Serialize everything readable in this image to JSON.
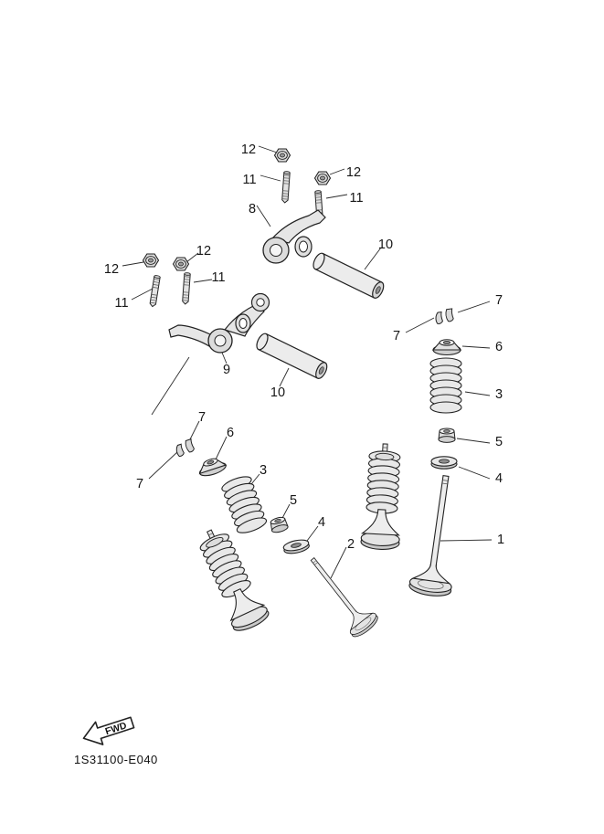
{
  "diagram": {
    "code": "1S31100-E040",
    "fwd_label": "FWD",
    "callouts": [
      {
        "label": "12"
      },
      {
        "label": "12"
      },
      {
        "label": "11"
      },
      {
        "label": "11"
      },
      {
        "label": "8"
      },
      {
        "label": "10"
      },
      {
        "label": "12"
      },
      {
        "label": "12"
      },
      {
        "label": "11"
      },
      {
        "label": "11"
      },
      {
        "label": "7"
      },
      {
        "label": "7"
      },
      {
        "label": "6"
      },
      {
        "label": "9"
      },
      {
        "label": "10"
      },
      {
        "label": "3"
      },
      {
        "label": "7"
      },
      {
        "label": "6"
      },
      {
        "label": "5"
      },
      {
        "label": "3"
      },
      {
        "label": "4"
      },
      {
        "label": "7"
      },
      {
        "label": "5"
      },
      {
        "label": "4"
      },
      {
        "label": "2"
      },
      {
        "label": "1"
      }
    ]
  }
}
